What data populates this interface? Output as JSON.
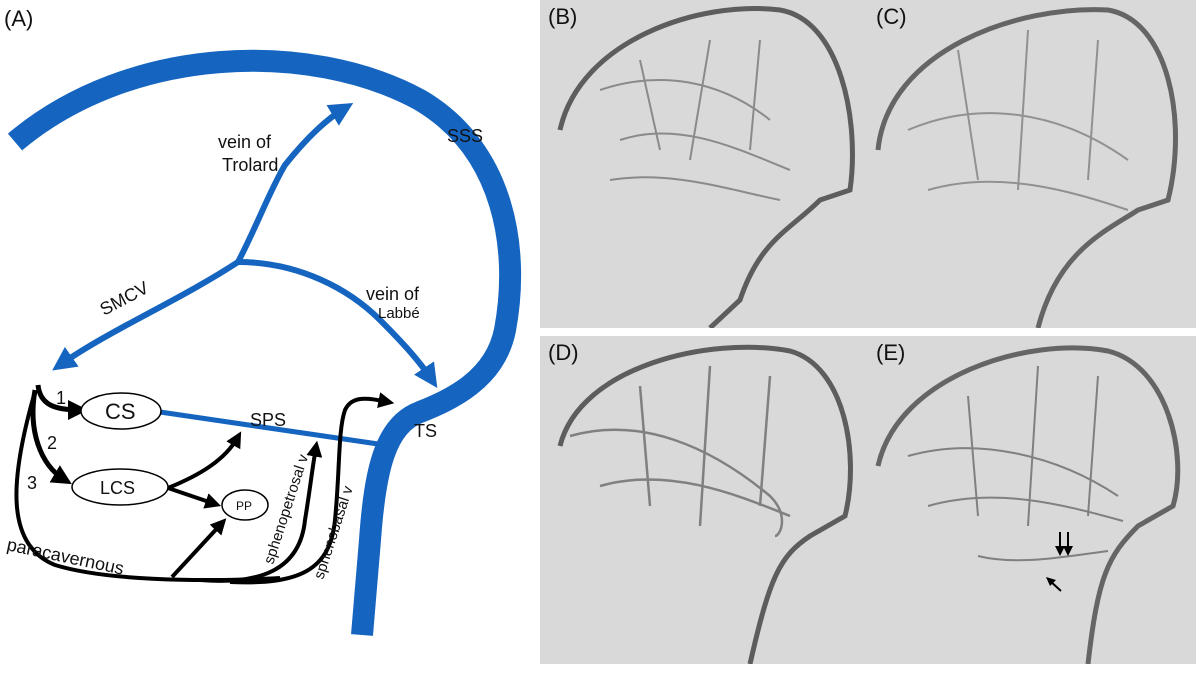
{
  "diagram": {
    "panel_label": "(A)",
    "labels": {
      "sss": "SSS",
      "trolard_line1": "vein of",
      "trolard_line2": "Trolard",
      "labbe_line1": "vein of",
      "labbe_line2": "Labbé",
      "smcv": "SMCV",
      "cs": "CS",
      "lcs": "LCS",
      "pp": "PP",
      "sps": "SPS",
      "ts": "TS",
      "num1": "1",
      "num2": "2",
      "num3": "3",
      "paracavernous": "paracavernous",
      "sphenopetrosal": "sphenopetrosal v",
      "sphenobasal": "sphenobasal v"
    },
    "colors": {
      "sinus_blue": "#1565c0",
      "route_black": "#000000"
    }
  },
  "angiograms": [
    {
      "label": "(B)"
    },
    {
      "label": "(C)"
    },
    {
      "label": "(D)"
    },
    {
      "label": "(E)"
    }
  ],
  "panel_e_annotations": {
    "double_arrow": "double-arrow-icon",
    "single_arrow": "arrow-icon"
  }
}
